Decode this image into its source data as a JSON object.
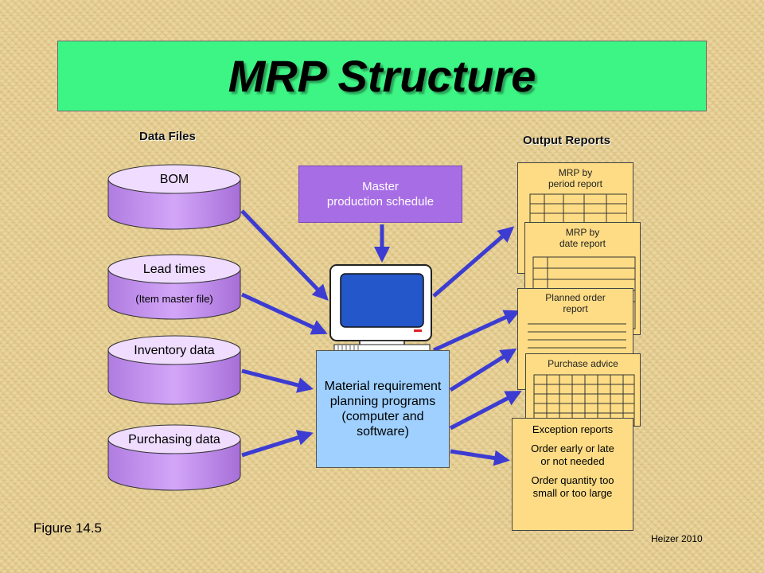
{
  "title": "MRP Structure",
  "headings": {
    "data_files": "Data Files",
    "output_reports": "Output Reports"
  },
  "data_files": [
    {
      "label": "BOM",
      "sub": ""
    },
    {
      "label": "Lead times",
      "sub": "(Item master file)"
    },
    {
      "label": "Inventory data",
      "sub": ""
    },
    {
      "label": "Purchasing data",
      "sub": ""
    }
  ],
  "master_schedule": {
    "line1": "Master",
    "line2": "production schedule"
  },
  "mrp_programs": "Material requirement planning programs (computer and software)",
  "reports": {
    "period": {
      "line1": "MRP by",
      "line2": "period report"
    },
    "date": {
      "line1": "MRP by",
      "line2": "date report"
    },
    "planned": {
      "line1": "Planned order",
      "line2": "report"
    },
    "purchase": "Purchase advice",
    "exception": {
      "title": "Exception reports",
      "line1": "Order early or late",
      "line2": "or not needed",
      "line3": "Order quantity too",
      "line4": "small or too large"
    }
  },
  "figure": "Figure 14.5",
  "credit": "Heizer 2010",
  "colors": {
    "banner": "#3df584",
    "master_schedule": "#a76de5",
    "mrp_programs": "#9fd0ff",
    "report": "#fedc85",
    "cylinder": "#c38cf0",
    "arrow": "#3c3cd2"
  }
}
